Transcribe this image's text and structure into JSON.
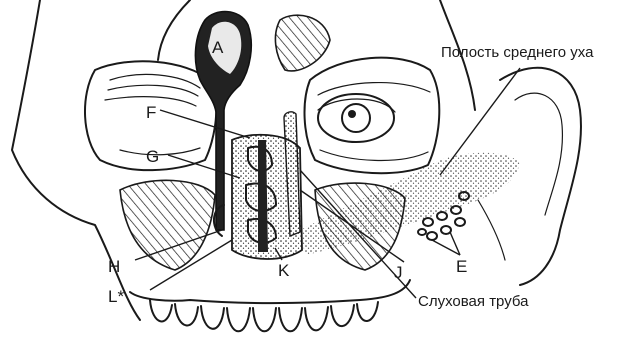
{
  "figure": {
    "labels": {
      "a": "A",
      "e": "E",
      "f": "F",
      "g": "G",
      "h": "H",
      "j": "J",
      "k": "K",
      "l": "L*"
    },
    "captions": {
      "middle_ear": "Полость среднего уха",
      "eustachian_tube": "Слуховая труба"
    }
  }
}
